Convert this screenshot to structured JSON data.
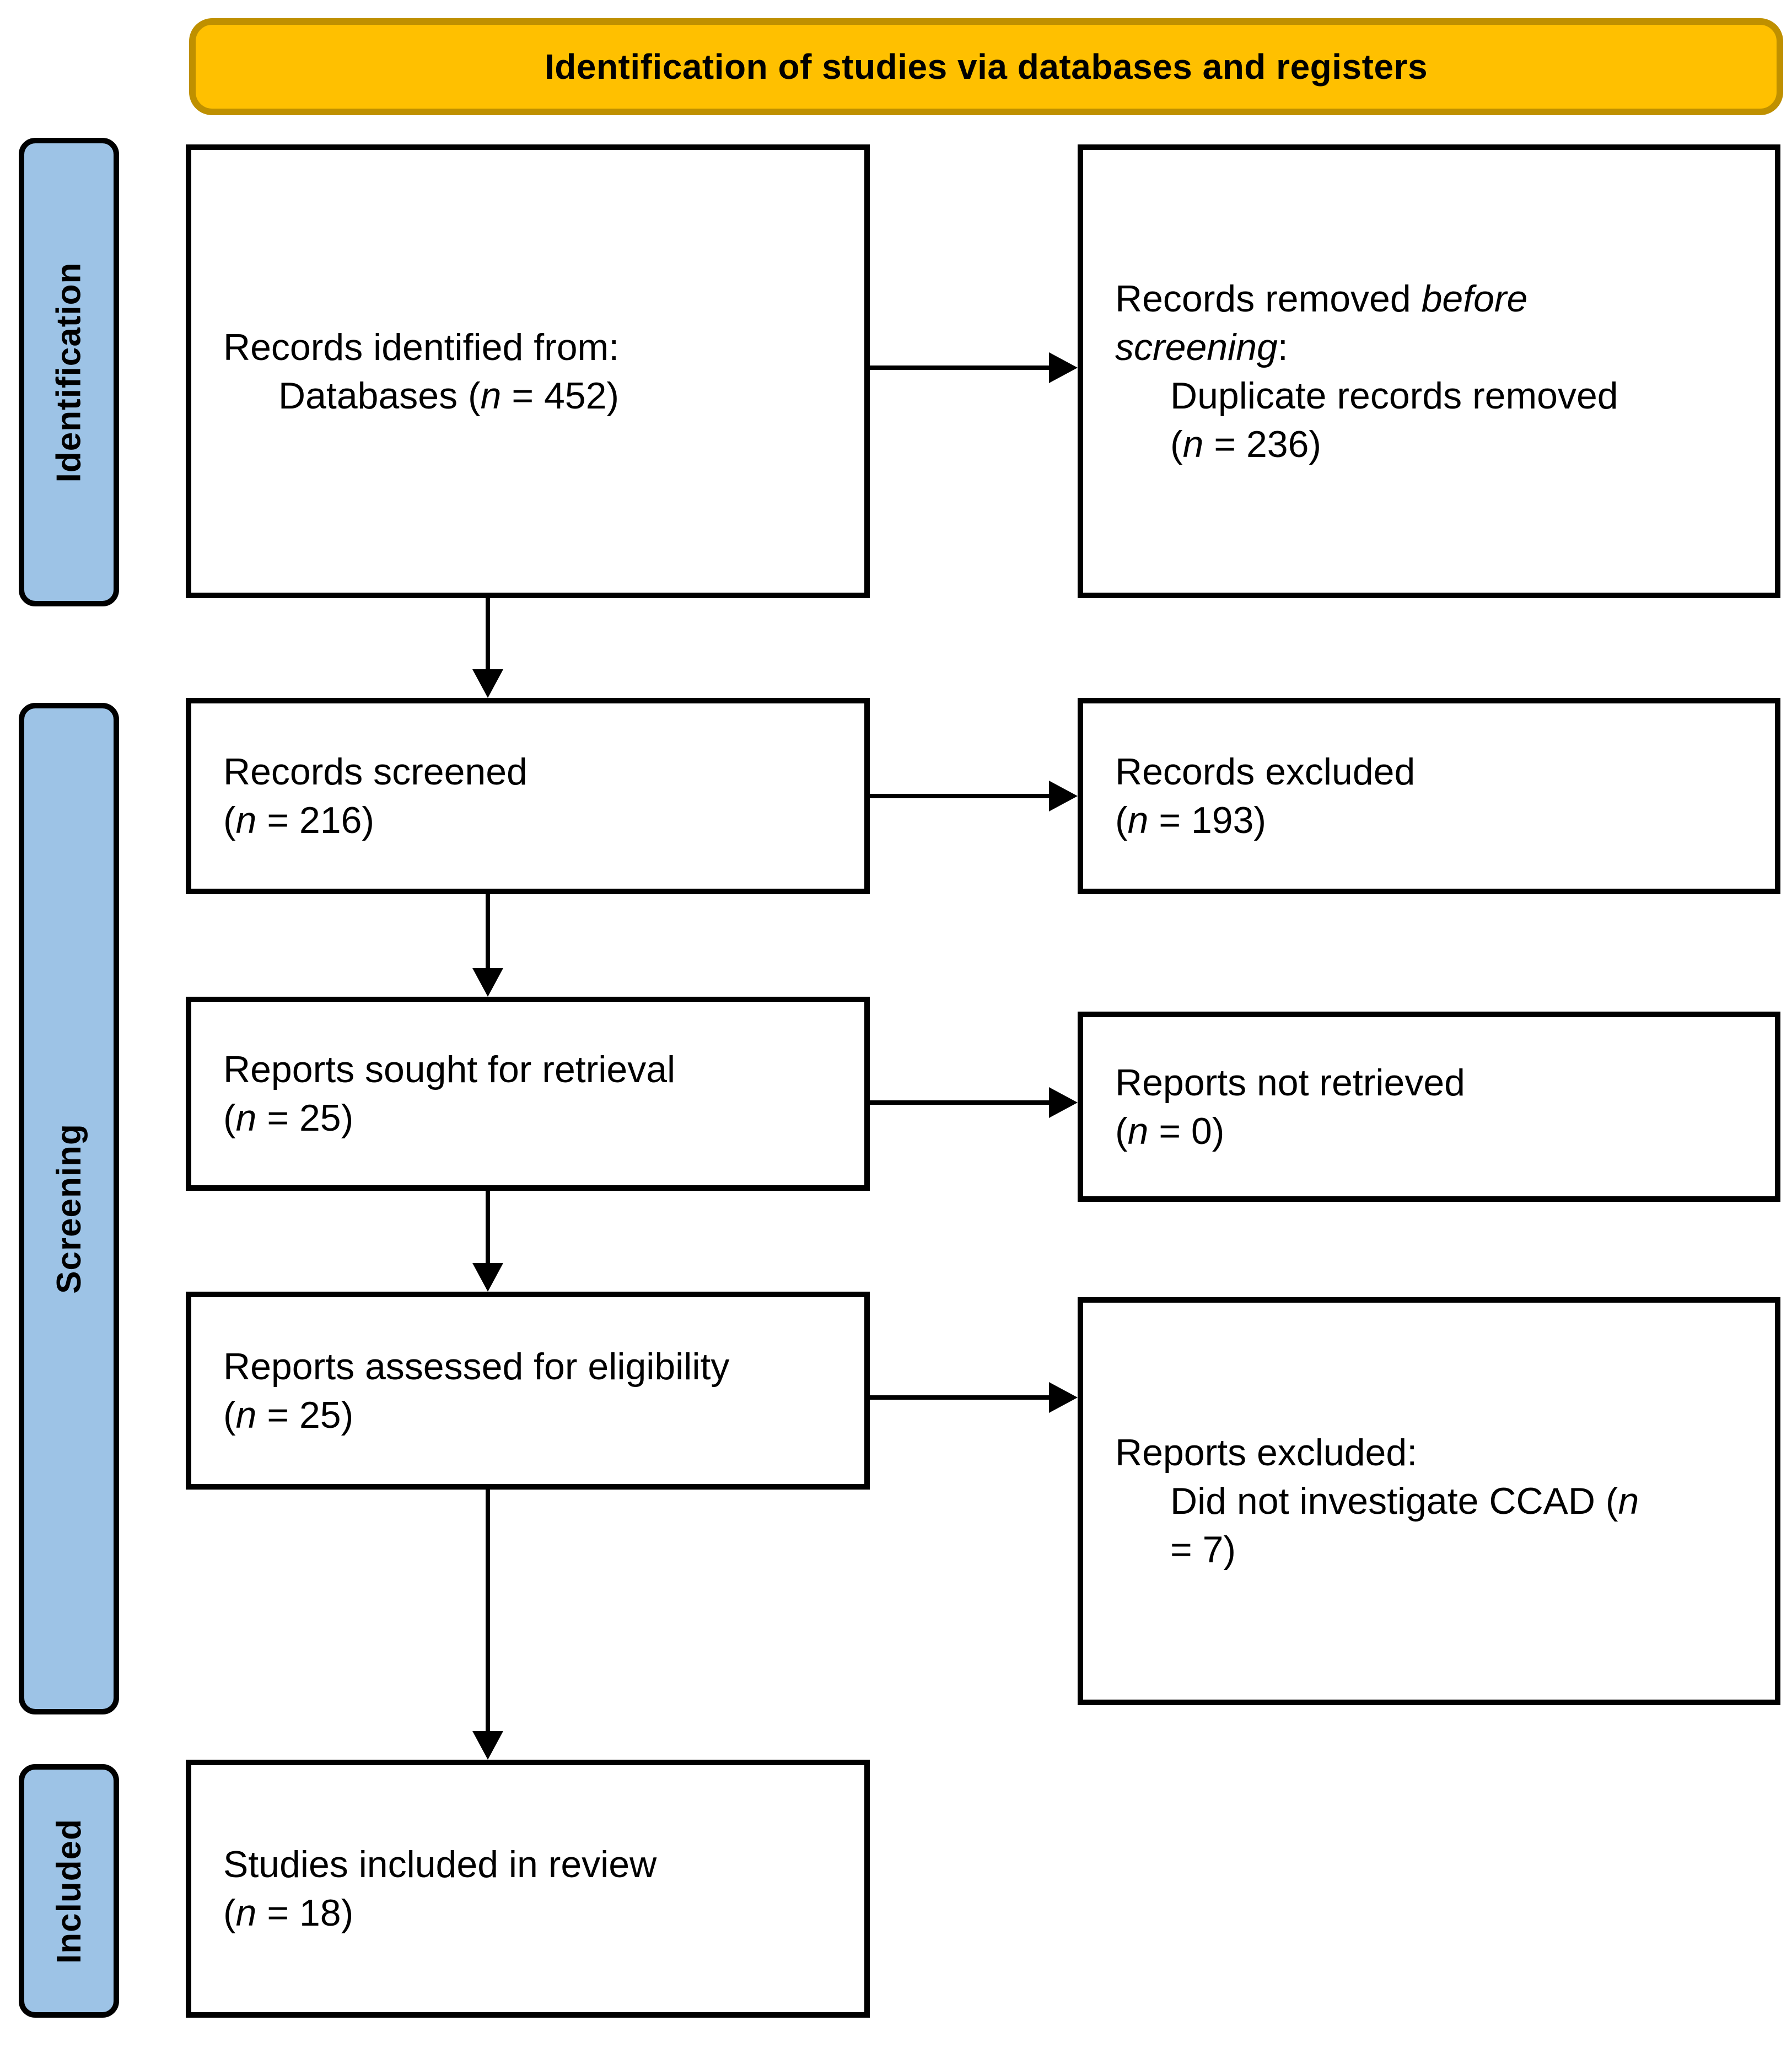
{
  "header": {
    "title": "Identification of studies via databases and registers"
  },
  "sidebar": {
    "identification": "Identification",
    "screening": "Screening",
    "included": "Included"
  },
  "boxes": {
    "identified": {
      "line1": "Records identified from:",
      "line2_pre": "Databases (",
      "n": "n",
      "line2_post": " = 452)"
    },
    "removed": {
      "line1_pre": "Records removed ",
      "line1_italic": "before",
      "line2_italic": "screening",
      "line2_post": ":",
      "line3": "Duplicate records removed",
      "line4_pre": "(",
      "n": "n",
      "line4_post": " = 236)"
    },
    "screened": {
      "line1": "Records screened",
      "line2_pre": "(",
      "n": "n",
      "line2_post": " = 216)"
    },
    "records_excluded": {
      "line1": "Records excluded",
      "line2_pre": "(",
      "n": "n",
      "line2_post": " = 193)"
    },
    "sought": {
      "line1": "Reports sought for retrieval",
      "line2_pre": "(",
      "n": "n",
      "line2_post": " = 25)"
    },
    "not_retrieved": {
      "line1": "Reports not retrieved",
      "line2_pre": "(",
      "n": "n",
      "line2_post": " = 0)"
    },
    "assessed": {
      "line1": "Reports assessed for eligibility",
      "line2_pre": "(",
      "n": "n",
      "line2_post": " = 25)"
    },
    "reports_excluded": {
      "line1": "Reports excluded:",
      "line2_pre": "Did not investigate CCAD (",
      "n": "n",
      "line3": "= 7)"
    },
    "included_studies": {
      "line1": "Studies included in review",
      "line2_pre": "(",
      "n": "n",
      "line2_post": " = 18)"
    }
  },
  "colors": {
    "header_fill": "#FFC000",
    "header_border": "#BF9000",
    "sidebar_fill": "#9DC3E6",
    "box_border": "#000000",
    "text_color": "#000000"
  }
}
